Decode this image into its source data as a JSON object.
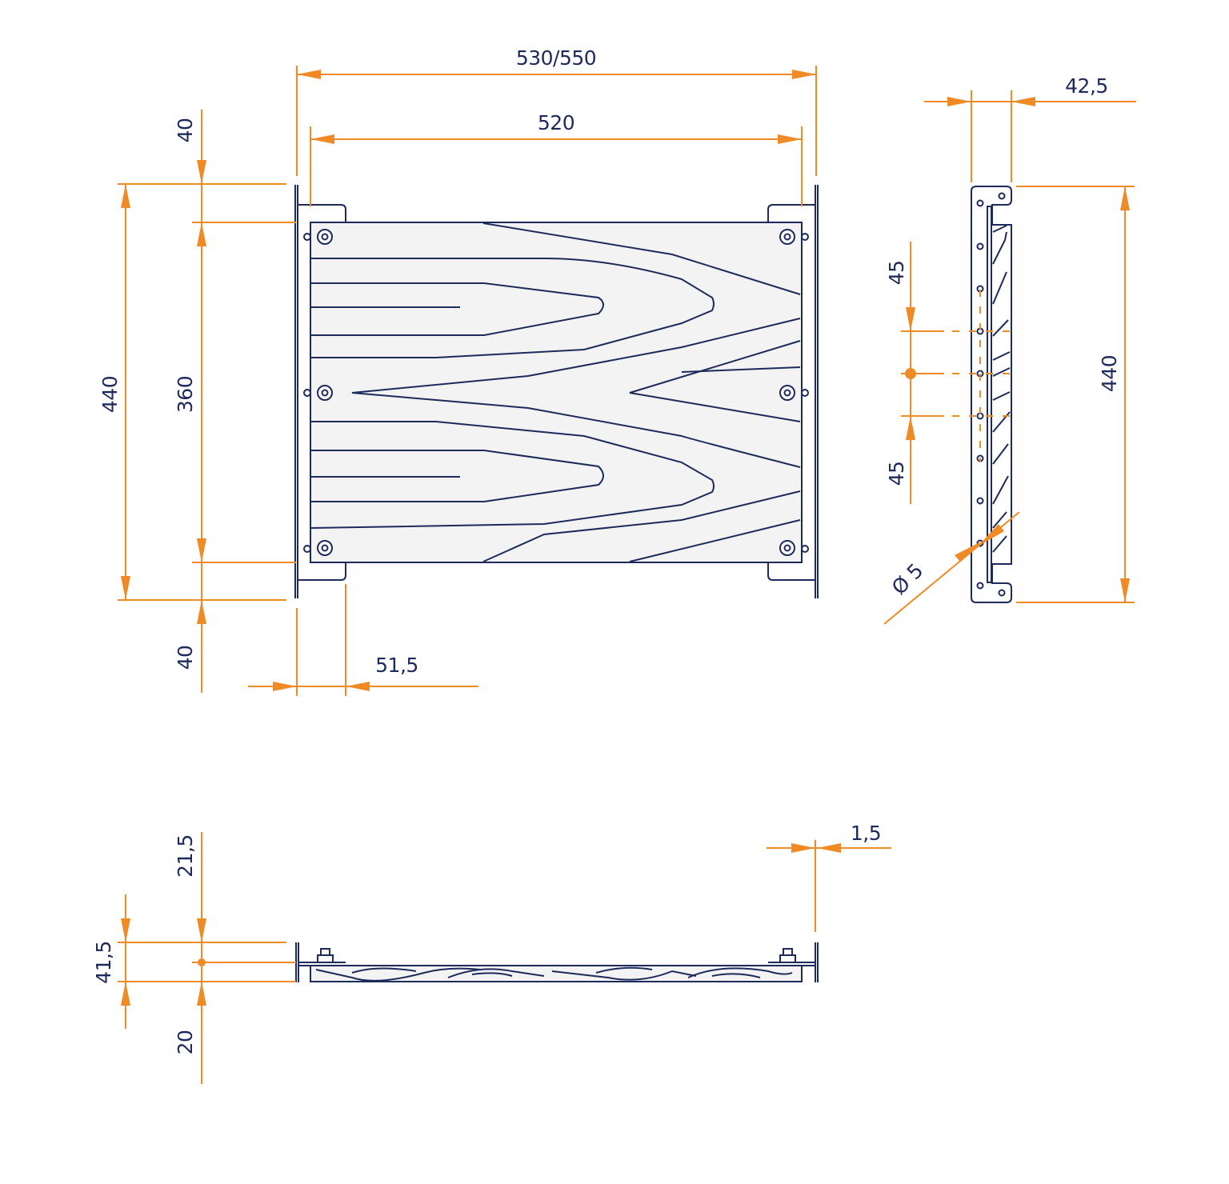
{
  "dimensions": {
    "overall_width": "530/550",
    "panel_width": "520",
    "side_depth": "42,5",
    "top_margin": "40",
    "overall_height": "440",
    "panel_height": "360",
    "bottom_margin": "40",
    "bracket_width": "51,5",
    "side_height": "440",
    "slot_spacing_top": "45",
    "slot_spacing_bottom": "45",
    "hole_diameter": "Ø 5",
    "sheet_thickness": "1,5",
    "upper_offset": "21,5",
    "section_height": "41,5",
    "lower_offset": "20"
  },
  "colors": {
    "dimension": "#f08a24",
    "outline": "#1d2a5c",
    "panel_fill": "#f3f3f3"
  }
}
